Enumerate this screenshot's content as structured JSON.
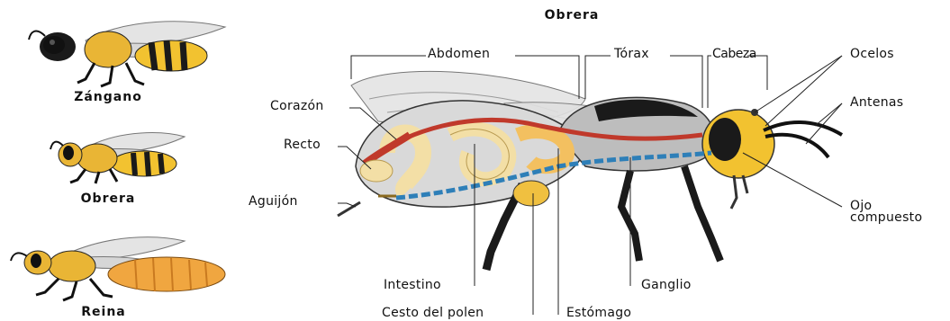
{
  "title": "Obrera",
  "castes": [
    {
      "name": "Zángano"
    },
    {
      "name": "Obrera"
    },
    {
      "name": "Reina"
    }
  ],
  "parts": {
    "abdomen": "Abdomen",
    "torax": "Tórax",
    "cabeza": "Cabeza",
    "ocelos": "Ocelos",
    "antenas": "Antenas",
    "corazon": "Corazón",
    "recto": "Recto",
    "aguijon": "Aguijón",
    "ojo_compuesto_1": "Ojo",
    "ojo_compuesto_2": "compuesto",
    "intestino": "Intestino",
    "ganglio": "Ganglio",
    "cesto": "Cesto del polen",
    "estomago": "Estómago"
  },
  "colors": {
    "yellow": "#f2c230",
    "black": "#1a1a1a",
    "orange": "#f0a640",
    "wing": "#dcdcdc",
    "heart": "#c0392b",
    "nerve": "#2e7fb8",
    "gut": "#f3dfa6"
  }
}
